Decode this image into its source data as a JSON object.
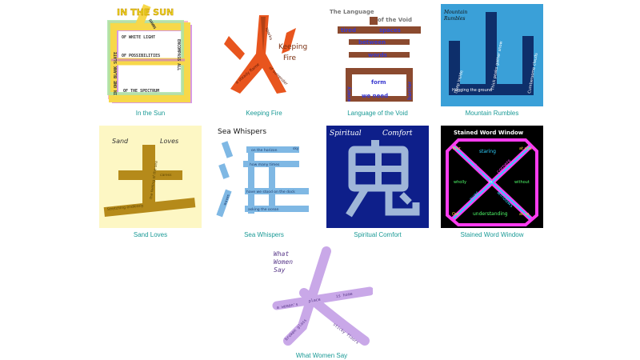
{
  "gallery": {
    "items": [
      {
        "caption": "In the Sun",
        "art_text": [
          "IN THE SUN",
          "DAWNS",
          "OF WHITE LIGHT",
          "OF POSSIBILITIES",
          "IN ONE BLANK SLATE",
          "ENCOMPASS ALL",
          "OF THE SPECTRUM"
        ],
        "colors": {
          "bg": "#ffffff",
          "primary": "#f7d84a",
          "accent": "#c86fd9"
        }
      },
      {
        "caption": "Keeping Fire",
        "art_text": [
          "Keeping",
          "Fire",
          "sparks",
          "a steady flame",
          "of surrender"
        ],
        "colors": {
          "bg": "#ffffff",
          "primary": "#e8551e",
          "accent": "#7a2f10"
        }
      },
      {
        "caption": "Language of the Void",
        "art_text": [
          "The Language",
          "of the Void",
          "tired",
          "spaces",
          "between",
          "words",
          "form",
          "every",
          "we need",
          "barrier"
        ],
        "colors": {
          "bg": "#ffffff",
          "primary": "#8b4a2f",
          "accent": "#3a3ad0"
        }
      },
      {
        "caption": "Mountain Rumbles",
        "art_text": [
          "Mountain",
          "Rumbles",
          "Deep inside",
          "Thick peaks gather snow",
          "Hugging the ground",
          "Cumbersome clouds"
        ],
        "colors": {
          "bg": "#3aa0d8",
          "primary": "#0e2f6b",
          "accent": "#ffffff"
        }
      },
      {
        "caption": "Sand Loves",
        "art_text": [
          "Sand",
          "Loves",
          "the feeling of the sea",
          "caress",
          "Stretching endlessly"
        ],
        "colors": {
          "bg": "#fdf7c4",
          "primary": "#b58a1a",
          "accent": "#5c4606"
        }
      },
      {
        "caption": "Sea Whispers",
        "art_text": [
          "Sea Whispers",
          "on the horizon",
          "sky",
          "how many times",
          "have we stood on the dock",
          "asking the ocean",
          "waves"
        ],
        "colors": {
          "bg": "#ffffff",
          "primary": "#7fb8e4",
          "accent": "#1a3a6b"
        }
      },
      {
        "caption": "Spiritual Comfort",
        "art_text": [
          "Spiritual",
          "Comfort"
        ],
        "colors": {
          "bg": "#0e1f8a",
          "primary": "#9fb6d8",
          "accent": "#ffffff"
        }
      },
      {
        "caption": "Stained Word Window",
        "art_text": [
          "Stained Word Window",
          "Your",
          "staring",
          "at you",
          "faces",
          "corners",
          "wholly",
          "in",
          "without",
          "eyes",
          "windows",
          "Our",
          "understanding",
          "at us"
        ],
        "colors": {
          "bg": "#000000",
          "primary": "#ff3cf0",
          "accent": "#2fd0ff"
        }
      },
      {
        "caption": "What Women Say",
        "art_text": [
          "What",
          "Women",
          "Say",
          "a woman's",
          "place",
          "is home",
          "broken glass",
          "sticky floors"
        ],
        "colors": {
          "bg": "#ffffff",
          "primary": "#c9a8e8",
          "accent": "#5a3a8a"
        }
      }
    ]
  }
}
